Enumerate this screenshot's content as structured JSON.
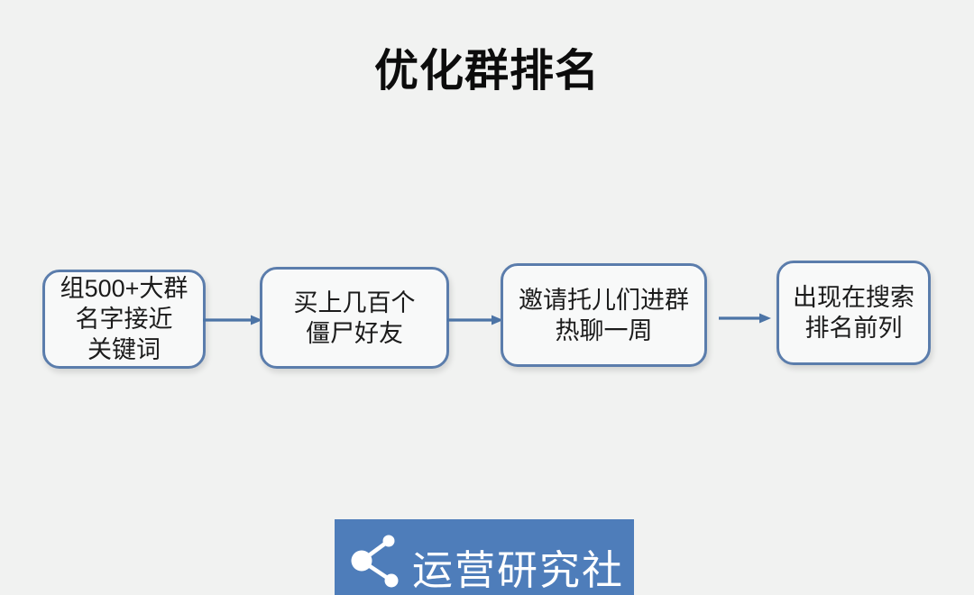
{
  "page": {
    "title": "优化群排名",
    "background_color": "#f1f2f1"
  },
  "flowchart": {
    "box_border_color": "#5b7dac",
    "box_fill_color": "#f8f9f9",
    "box_text_color": "#1b1b1b",
    "arrow_color": "#4c74a6",
    "steps": [
      {
        "lines": [
          "组500+大群",
          "名字接近",
          "关键词"
        ]
      },
      {
        "lines": [
          "买上几百个",
          "僵尸好友"
        ]
      },
      {
        "lines": [
          "邀请托儿们进群",
          "热聊一周"
        ]
      },
      {
        "lines": [
          "出现在搜索",
          "排名前列"
        ]
      }
    ]
  },
  "footer": {
    "logo_text": "运营研究社",
    "logo_background_color": "#4e7dba",
    "logo_text_color": "#ffffff",
    "logo_icon": "share-nodes-icon"
  }
}
